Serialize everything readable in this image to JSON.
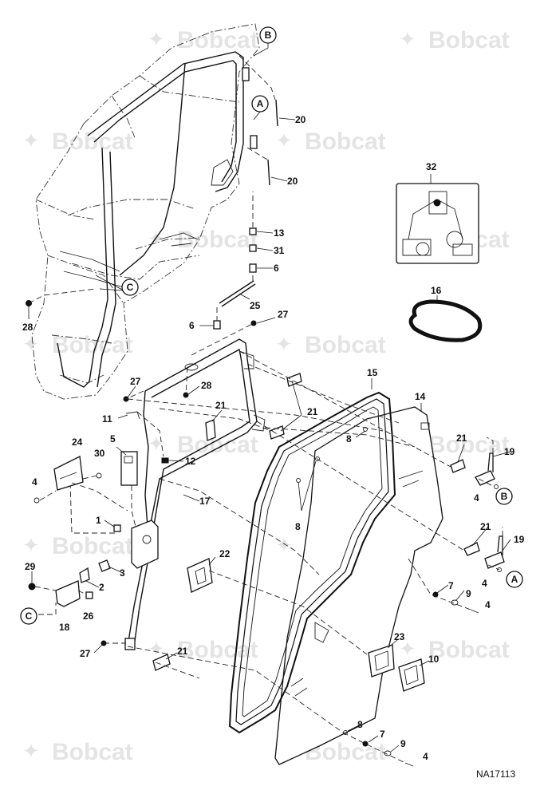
{
  "watermark": {
    "text": "Bobcat"
  },
  "figure_code": "NA17113",
  "reference_letters": {
    "a": "A",
    "b": "B",
    "c": "C"
  },
  "callouts": [
    "20",
    "20",
    "13",
    "31",
    "6",
    "25",
    "6",
    "27",
    "28",
    "27",
    "28",
    "15",
    "14",
    "21",
    "21",
    "8",
    "11",
    "5",
    "12",
    "24",
    "30",
    "4",
    "17",
    "8",
    "21",
    "19",
    "4",
    "1",
    "21",
    "19",
    "2",
    "3",
    "4",
    "22",
    "29",
    "7",
    "9",
    "4",
    "18",
    "26",
    "23",
    "10",
    "27",
    "21",
    "8",
    "7",
    "9",
    "4",
    "32",
    "16"
  ]
}
